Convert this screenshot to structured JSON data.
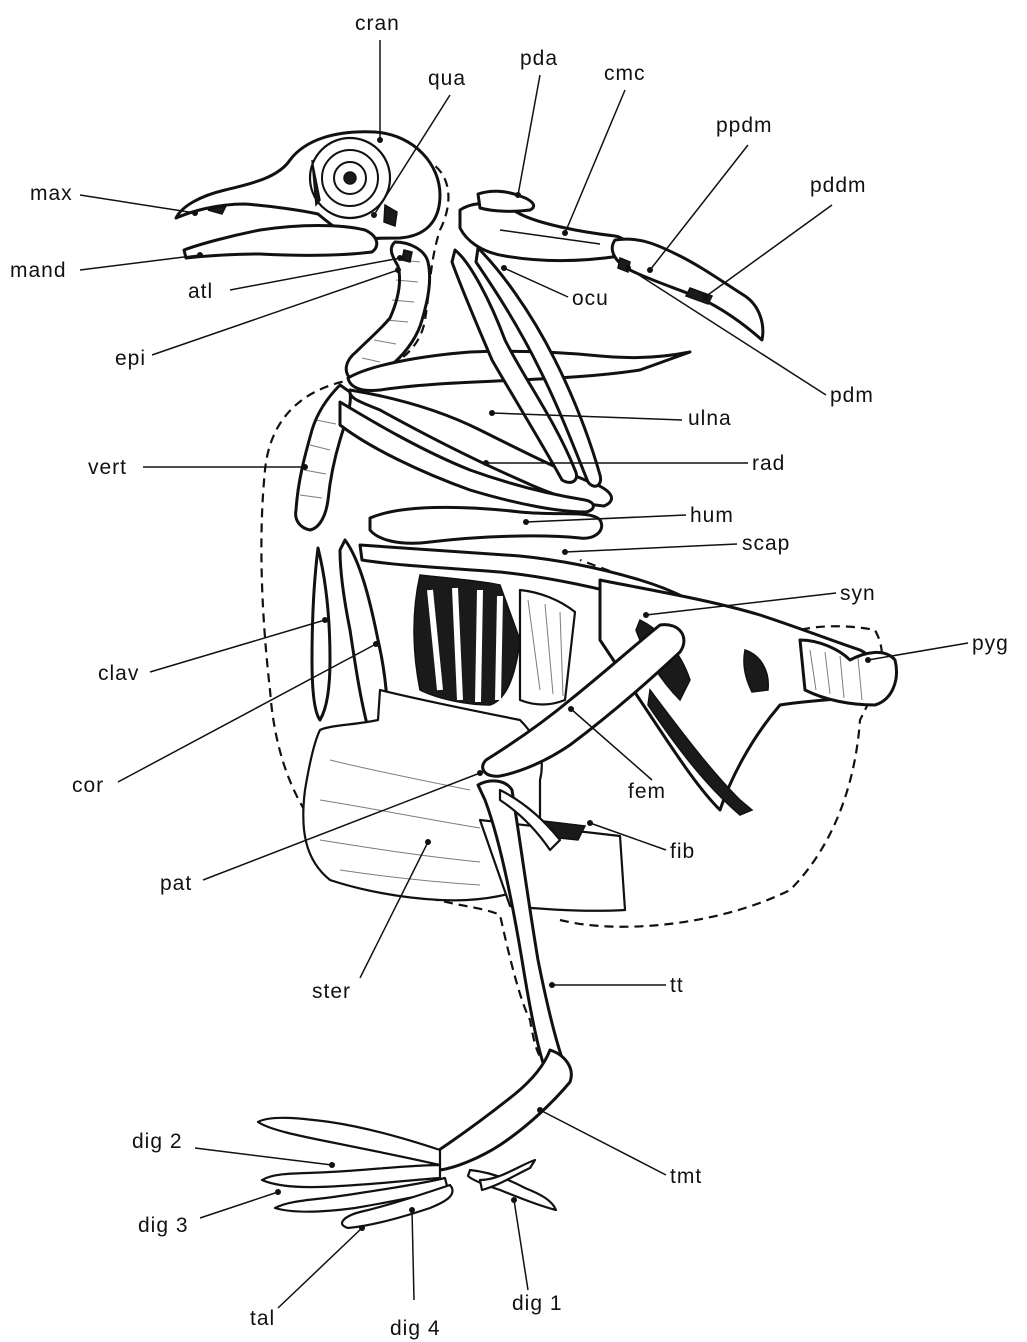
{
  "labels": {
    "cran": "cran",
    "qua": "qua",
    "pda": "pda",
    "cmc": "cmc",
    "ppdm": "ppdm",
    "pddm": "pddm",
    "max": "max",
    "mand": "mand",
    "atl": "atl",
    "epi": "epi",
    "ocu": "ocu",
    "pdm": "pdm",
    "ulna": "ulna",
    "rad": "rad",
    "vert": "vert",
    "hum": "hum",
    "scap": "scap",
    "syn": "syn",
    "pyg": "pyg",
    "clav": "clav",
    "cor": "cor",
    "fem": "fem",
    "fib": "fib",
    "pat": "pat",
    "ster": "ster",
    "tt": "tt",
    "tmt": "tmt",
    "dig2": "dig 2",
    "dig3": "dig 3",
    "tal": "tal",
    "dig4": "dig 4",
    "dig1": "dig 1"
  }
}
